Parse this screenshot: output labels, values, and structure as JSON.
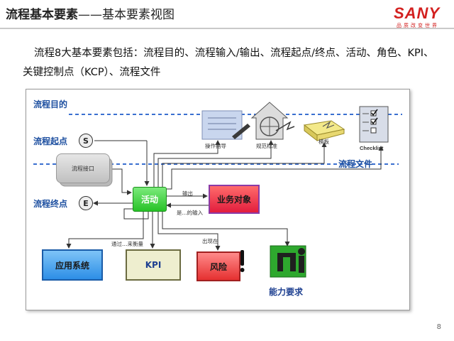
{
  "title": {
    "bold": "流程基本要素",
    "rest": "——基本要素视图"
  },
  "logo": {
    "text": "SANY",
    "subtitle": "品质改变世界"
  },
  "intro": "流程8大基本要素包括：流程目的、流程输入/输出、流程起点/终点、活动、角色、KPI、关键控制点（KCP）、流程文件",
  "diagram": {
    "label_purpose": "流程目的",
    "label_start": "流程起点",
    "start_symbol": "S",
    "label_end": "流程终点",
    "end_symbol": "E",
    "label_files": "流程文件",
    "interface": "流程接口",
    "activity": "活动",
    "object": "业务对象",
    "output_label": "输出",
    "input_label": "是...的输入",
    "kpi_link": "通过…来衡量",
    "risk_link": "出现在",
    "app_system": "应用系统",
    "kpi": "KPI",
    "risk": "风险",
    "capability": "能力要求",
    "doc_guide": "操作指导",
    "doc_standard": "规范标准",
    "doc_template": "模板",
    "doc_checklist": "Checklist"
  },
  "page_number": "8"
}
